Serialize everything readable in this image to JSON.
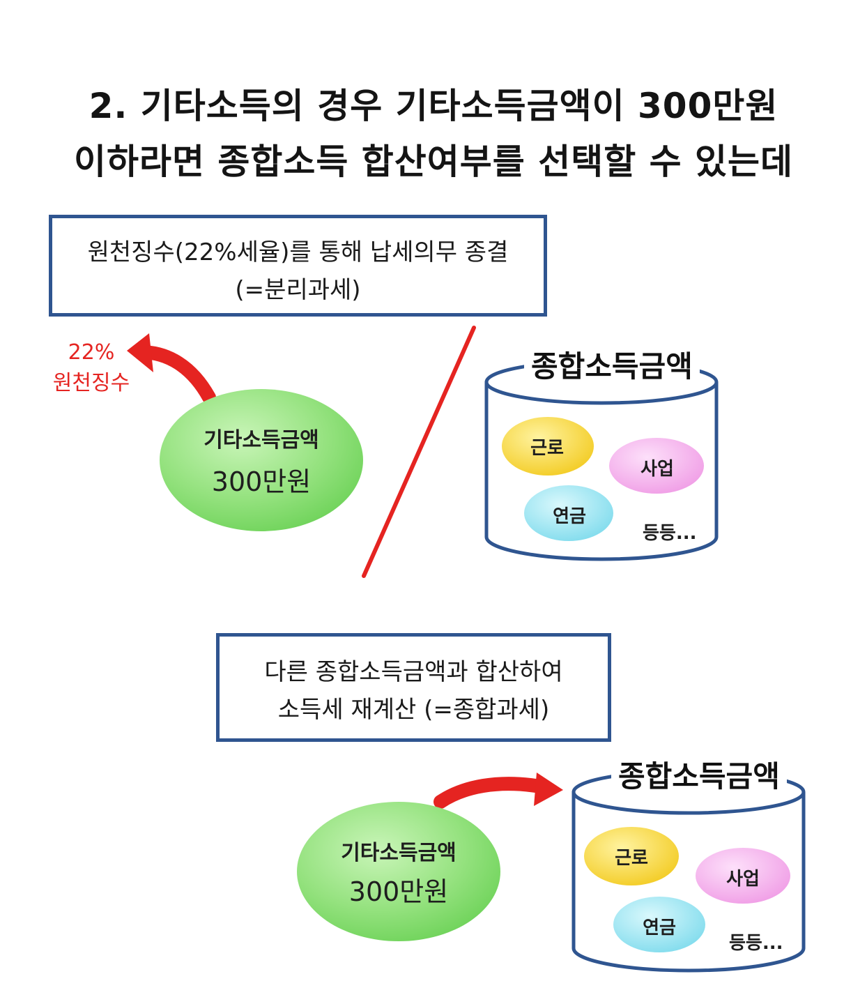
{
  "title": {
    "line1": "2. 기타소득의 경우 기타소득금액이 300만원",
    "line2": "이하라면 종합소득 합산여부를 선택할 수 있는데"
  },
  "option_separate": {
    "box_line1": "원천징수(22%세율)를 통해 납세의무 종결",
    "box_line2": "(=분리과세)",
    "withholding_rate": "22%",
    "withholding_label": "원천징수",
    "blob_label": "기타소득금액",
    "blob_amount": "300만원"
  },
  "option_combined": {
    "box_line1": "다른 종합소득금액과 합산하여",
    "box_line2": "소득세 재계산 (=종합과세)",
    "blob_label": "기타소득금액",
    "blob_amount": "300만원"
  },
  "income_bucket": {
    "title": "종합소득금액",
    "items": [
      "근로",
      "사업",
      "연금"
    ],
    "etc": "등등..."
  },
  "colors": {
    "box_border": "#2f5590",
    "arrow": "#e52421",
    "green_blob": "#8fe07a",
    "yellow": "#f7d43a",
    "pink": "#f3a8ea",
    "cyan": "#8fe2ee"
  }
}
